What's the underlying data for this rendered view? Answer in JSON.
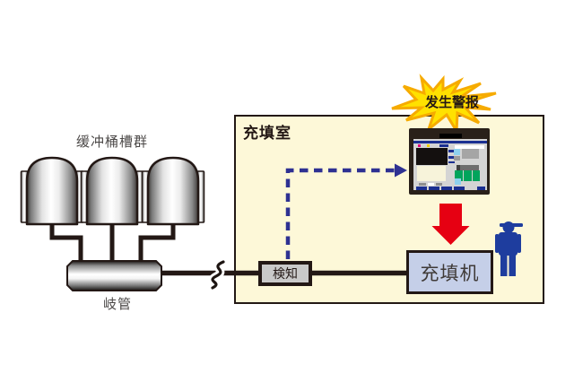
{
  "labels": {
    "buffer_tanks": "缓冲桶槽群",
    "manifold": "岐管",
    "filling_room": "充填室",
    "detector": "検知",
    "filling_machine": "充填机",
    "alarm": "发生警报"
  },
  "colors": {
    "background": "#ffffff",
    "room_fill": "#fdf8d8",
    "outline_dark": "#231815",
    "alarm_fill": "#ffe100",
    "alarm_outline": "#f6ab00",
    "signal_dashed_arrow_blue": "#2e3192",
    "alert_arrow_red": "#e60012",
    "person_blue": "#1e3d9e",
    "machine_fill": "#c5cfe8",
    "detector_fill": "#c9c9c9",
    "monitor_bezel": "#292019",
    "monitor_screen": "#d4d4d4"
  },
  "icons": {
    "monitor": "hmi-monitor-icon",
    "alarm_burst": "alert-burst-icon",
    "person": "operator-person-icon",
    "red_arrow": "alert-down-arrow-icon",
    "dashed_arrow": "signal-dashed-arrow-icon",
    "pipe_break": "pipe-break-icon",
    "tank": "buffer-tank-icon",
    "manifold": "manifold-icon"
  }
}
